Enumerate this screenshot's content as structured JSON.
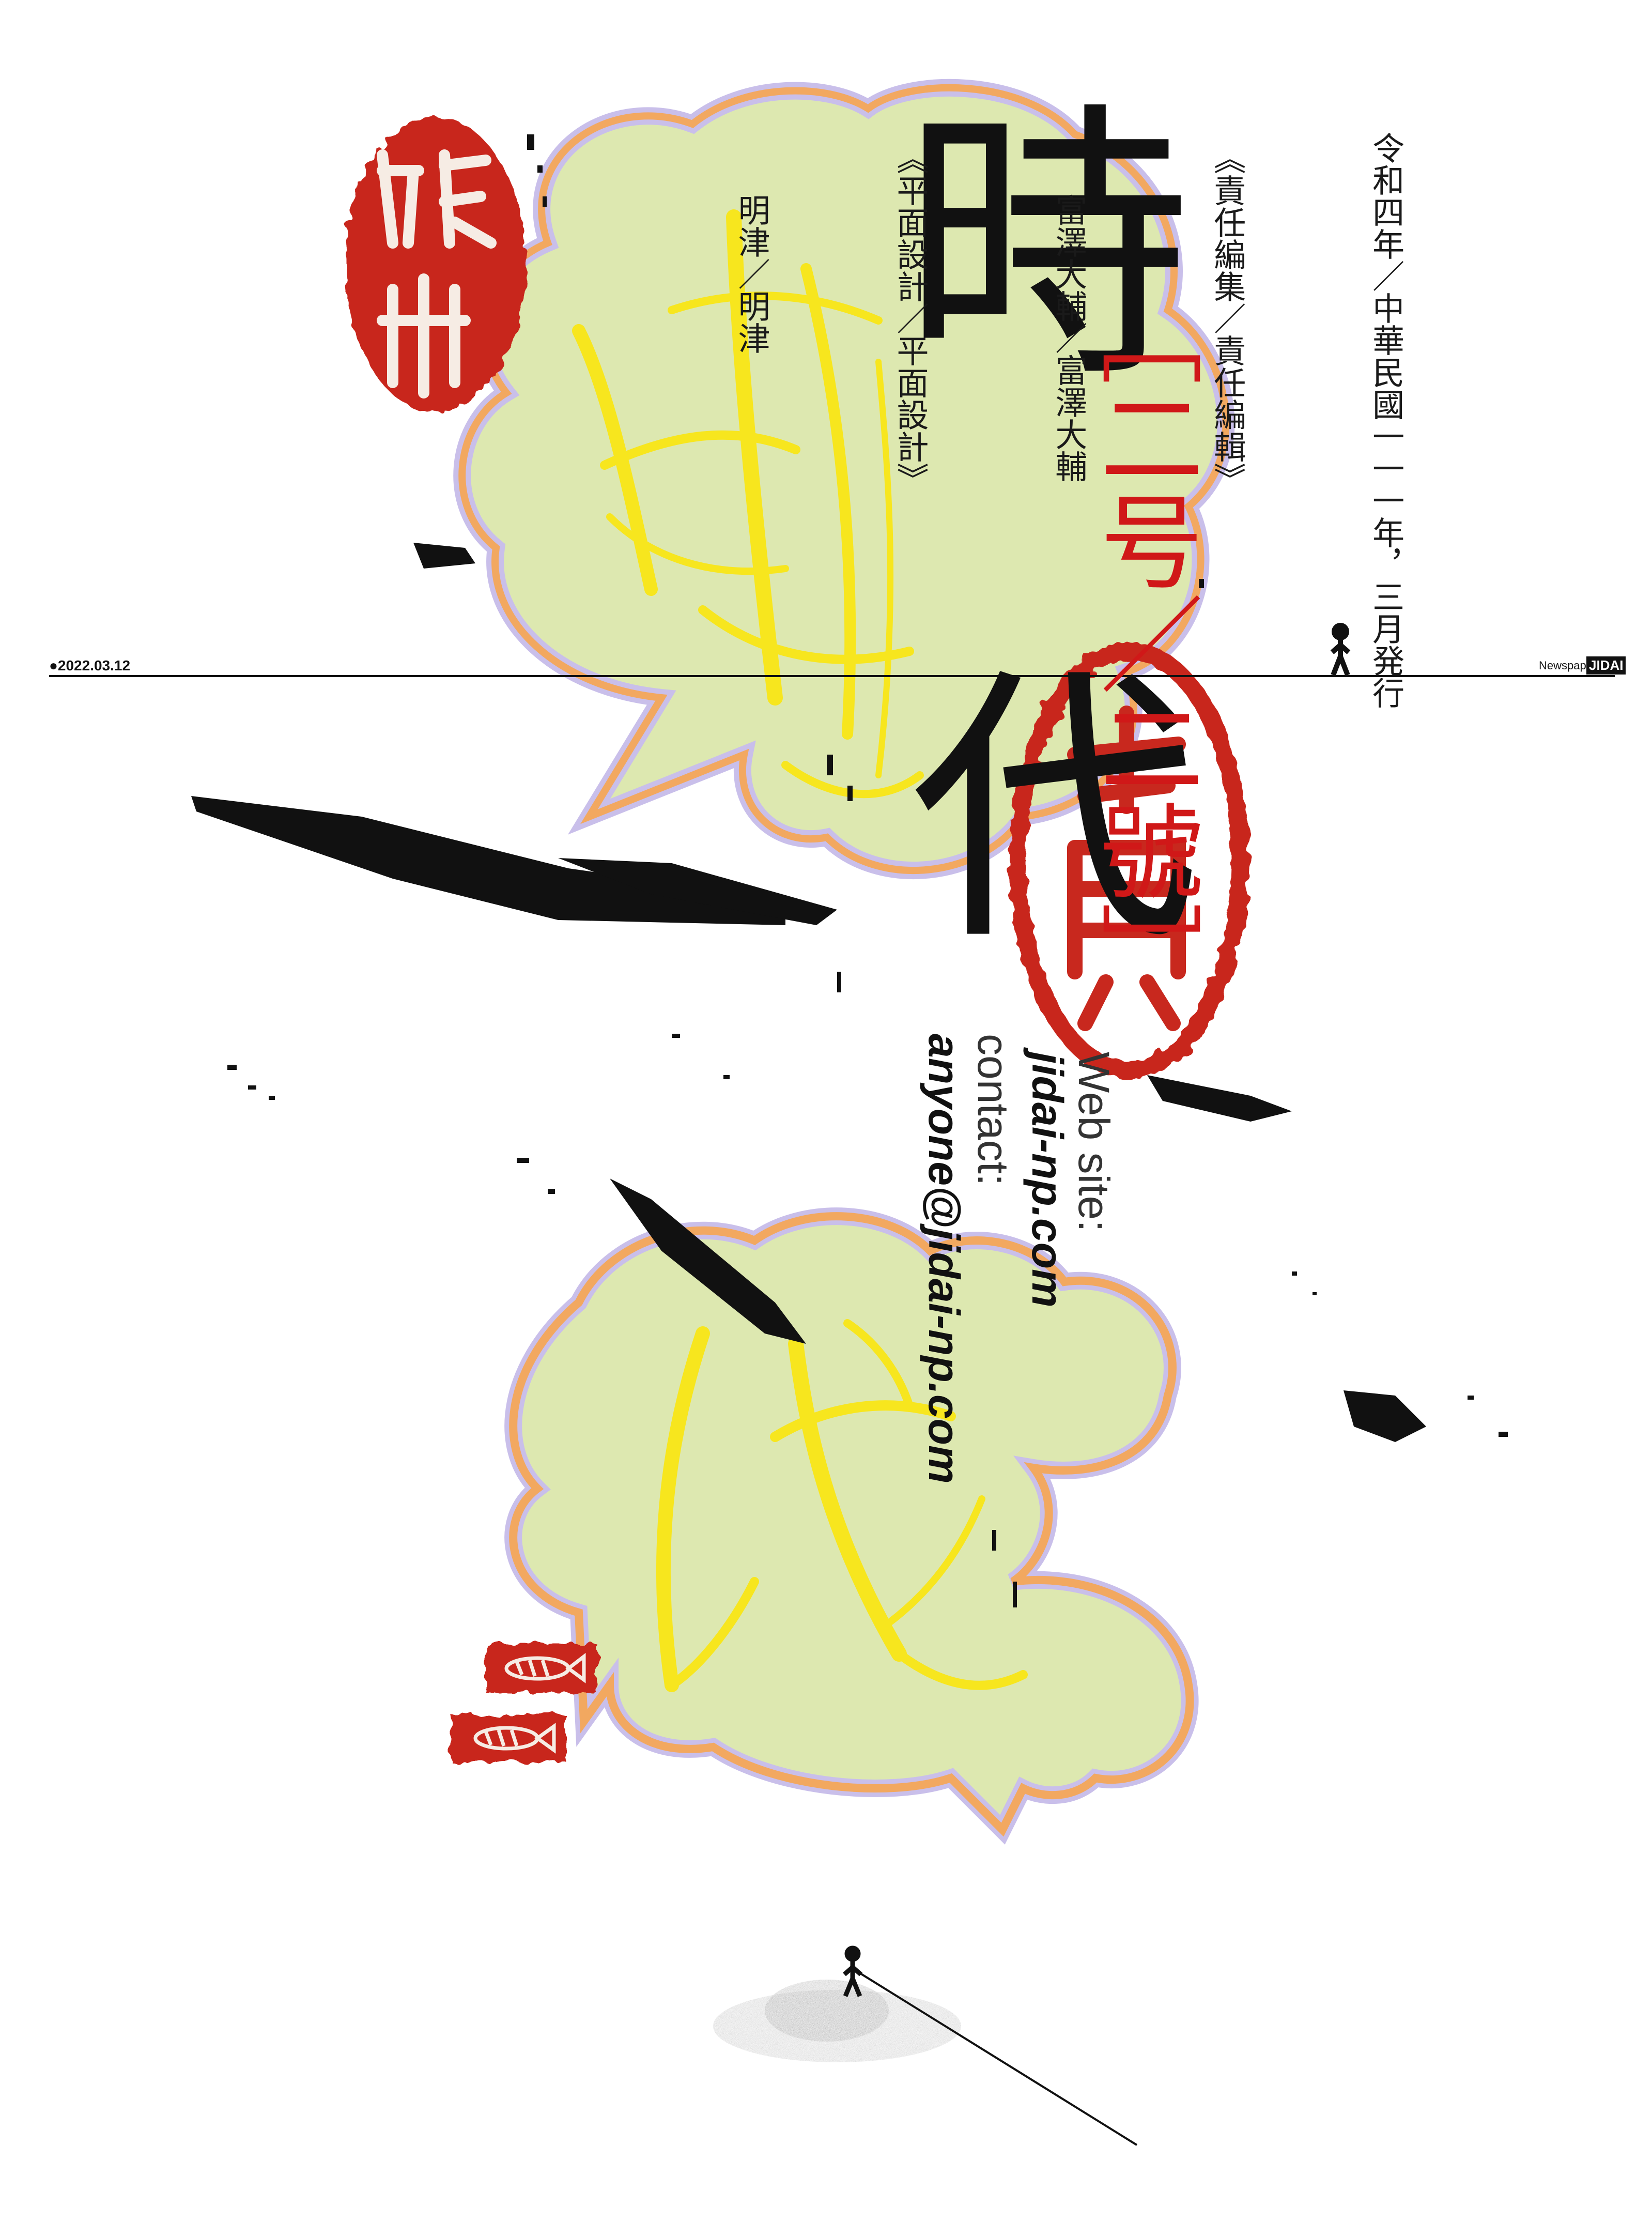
{
  "title": {
    "char_1": "時",
    "char_2": "代"
  },
  "issue": {
    "label": "［二号／二號］"
  },
  "colophon": {
    "lines": [
      "令和四年／中華民國一一一年，三月発行",
      "《責任編集／責任編輯》",
      "富澤大輔／富澤大輔",
      "《平面設計／平面設計》",
      "明津／明津"
    ]
  },
  "header_bar": {
    "date": "●2022.03.12",
    "newspaper_label": "Newspaper",
    "brand": "JIDAI"
  },
  "contact": {
    "web_label": "Web site:",
    "web_url": "jidai-np.com",
    "contact_label": "contact:",
    "email": "anyone@jidai-np.com"
  },
  "colors": {
    "blob_fill": "#dde8b0",
    "blob_outline_orange": "#f2a860",
    "blob_outline_lavender": "#c9bfea",
    "brush_yellow": "#f7e61e",
    "seal_red": "#c8281e",
    "ink_black": "#111111",
    "issue_red": "#d01818"
  },
  "icons": {
    "seal_top_left": "seal-stamp-icon",
    "seal_right": "seal-stamp-icon",
    "fish_stamps": "fish-stamp-icon",
    "walker": "walking-figure-icon"
  }
}
